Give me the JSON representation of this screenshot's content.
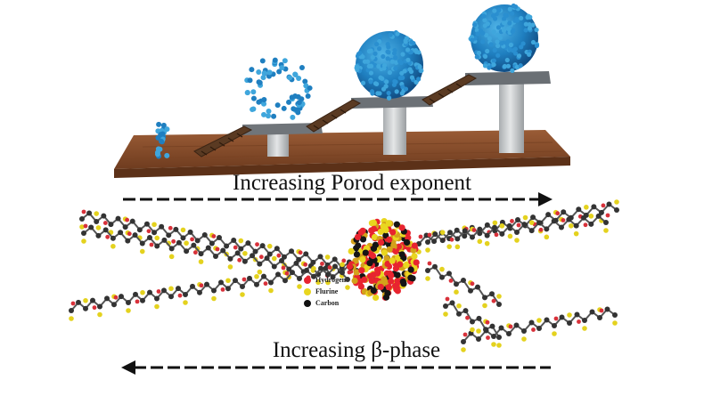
{
  "top_arrow": {
    "label": "Increasing Porod exponent",
    "direction": "right"
  },
  "bottom_arrow": {
    "label": "Increasing β-phase",
    "direction": "left"
  },
  "legend": [
    {
      "label": "Hydrogen",
      "color": "#e8242f"
    },
    {
      "label": "Flurine",
      "color": "#e9d61f"
    },
    {
      "label": "Carbon",
      "color": "#111111"
    }
  ],
  "colors": {
    "sphere_blue": "#1f7fc0",
    "sphere_light": "#3fa6dc",
    "wood": "#8a4f2c",
    "slab": "#6e7276",
    "pillar": "#c9ccce",
    "stair": "#5a3a22"
  }
}
